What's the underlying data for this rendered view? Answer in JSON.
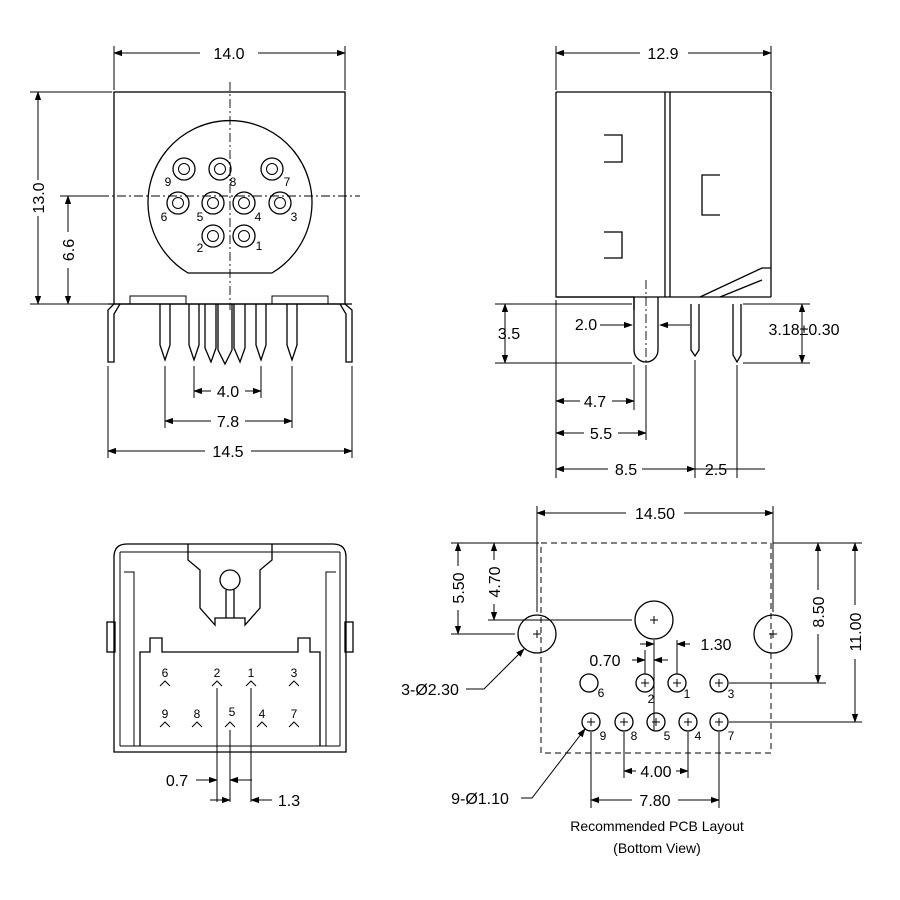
{
  "front_view": {
    "dims": {
      "width": "14.0",
      "height": "13.0",
      "center_height": "6.6",
      "pin_span_small": "4.0",
      "pin_span_large": "7.8",
      "overall_width": "14.5"
    },
    "pins": [
      "9",
      "8",
      "7",
      "6",
      "5",
      "4",
      "3",
      "2",
      "1"
    ]
  },
  "side_view": {
    "dims": {
      "depth": "12.9",
      "pin_length": "3.5",
      "pin_offset": "2.0",
      "pin_spec": "3.18±0.30",
      "d1": "4.7",
      "d2": "5.5",
      "d3": "8.5",
      "d4": "2.5"
    }
  },
  "bottom_view": {
    "dims": {
      "pitch_small": "0.7",
      "pitch_large": "1.3"
    },
    "pins": [
      "6",
      "2",
      "1",
      "3",
      "9",
      "8",
      "5",
      "4",
      "7"
    ]
  },
  "pcb_layout": {
    "dims": {
      "width": "14.50",
      "h1": "5.50",
      "h2": "4.70",
      "h3": "8.50",
      "h4": "11.00",
      "spacing1": "1.30",
      "spacing2": "0.70",
      "span_small": "4.00",
      "span_large": "7.80"
    },
    "callouts": {
      "large_holes": "3-Ø2.30",
      "small_holes": "9-Ø1.10"
    },
    "pins": [
      "6",
      "2",
      "1",
      "3",
      "9",
      "8",
      "5",
      "4",
      "7"
    ],
    "caption_line1": "Recommended PCB Layout",
    "caption_line2": "(Bottom View)"
  }
}
